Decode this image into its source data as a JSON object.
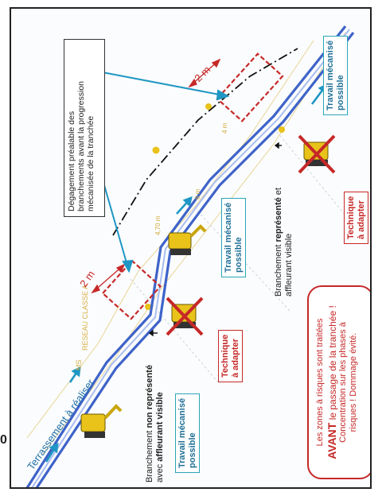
{
  "labels": {
    "terrassement": "Terrassement à réaliser",
    "dist_left": "2 m",
    "dist_right": "2 m",
    "degagement": [
      "Dégagement préalable des",
      "branchements avant la progression",
      "mécanisée de la tranchée"
    ],
    "travail_top": [
      "Travail mécanisé",
      "possible"
    ],
    "travail_mid": [
      "Travail mécanisé",
      "possible"
    ],
    "travail_bottom": [
      "Travail mécanisé",
      "possible"
    ],
    "technique_right": [
      "Technique",
      "à adapter"
    ],
    "technique_left": [
      "Technique",
      "à adapter"
    ],
    "branch_right": {
      "l1_a": "Branchement ",
      "l1_b": "représenté",
      "l1_c": " et",
      "l2": "affleurant visible"
    },
    "branch_left": {
      "l1_a": "Branchement ",
      "l1_b": "non représenté",
      "l2_a": "avec ",
      "l2_b": "affleurant visible"
    },
    "summary": {
      "l1": "Les zones à risques sont traitées",
      "l2_a": "AVANT",
      "l2_b": " le passage de la tranchée !",
      "l3": "Concentration sur les phases à",
      "l4": "risques ! Dommage évité."
    },
    "faint_ms": "MS",
    "faint_reseau": "RESEAU CLASSE A",
    "faint_d1": "4 m",
    "faint_d2": "4,70 m",
    "faint_d3": "6 m",
    "corner_mark": "0"
  },
  "colors": {
    "trench_blue": "#3e63c9",
    "arrow_teal": "#1f97c4",
    "danger_red": "#c62828",
    "machine_yellow": "#e9c21a"
  }
}
